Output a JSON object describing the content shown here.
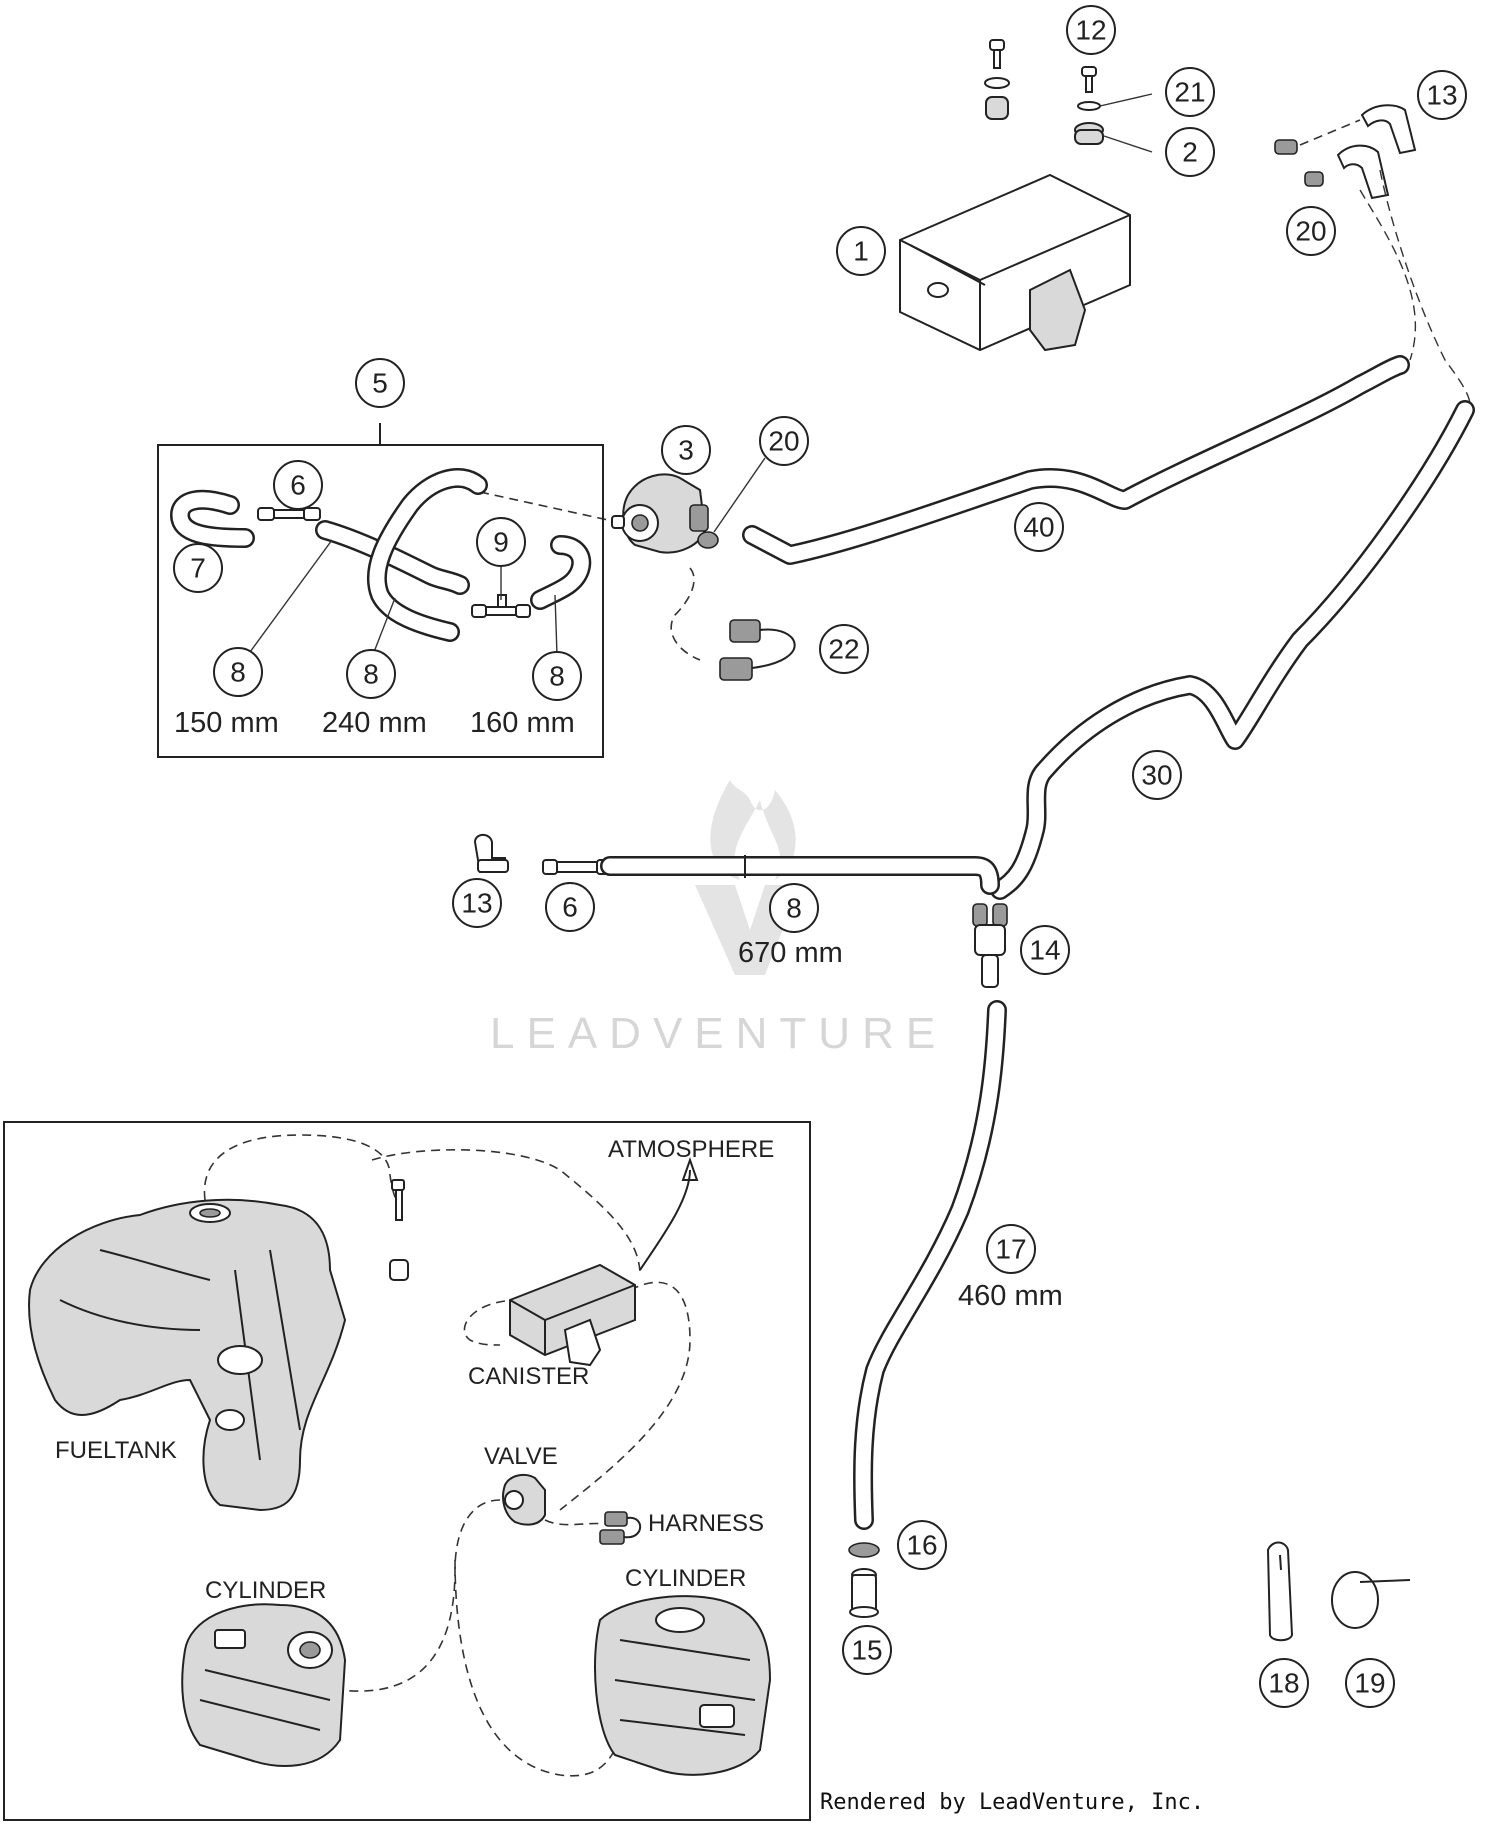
{
  "callouts": [
    {
      "id": "c1",
      "label": "1"
    },
    {
      "id": "c2",
      "label": "2"
    },
    {
      "id": "c3",
      "label": "3"
    },
    {
      "id": "c5",
      "label": "5"
    },
    {
      "id": "c6a",
      "label": "6"
    },
    {
      "id": "c6b",
      "label": "6"
    },
    {
      "id": "c7",
      "label": "7"
    },
    {
      "id": "c8a",
      "label": "8"
    },
    {
      "id": "c8b",
      "label": "8"
    },
    {
      "id": "c8c",
      "label": "8"
    },
    {
      "id": "c8d",
      "label": "8"
    },
    {
      "id": "c9",
      "label": "9"
    },
    {
      "id": "c12",
      "label": "12"
    },
    {
      "id": "c13a",
      "label": "13"
    },
    {
      "id": "c13b",
      "label": "13"
    },
    {
      "id": "c14",
      "label": "14"
    },
    {
      "id": "c15",
      "label": "15"
    },
    {
      "id": "c16",
      "label": "16"
    },
    {
      "id": "c17",
      "label": "17"
    },
    {
      "id": "c18",
      "label": "18"
    },
    {
      "id": "c19",
      "label": "19"
    },
    {
      "id": "c20a",
      "label": "20"
    },
    {
      "id": "c20b",
      "label": "20"
    },
    {
      "id": "c21",
      "label": "21"
    },
    {
      "id": "c22",
      "label": "22"
    },
    {
      "id": "c30",
      "label": "30"
    },
    {
      "id": "c40",
      "label": "40"
    }
  ],
  "lengths": {
    "hose_150": "150 mm",
    "hose_240": "240 mm",
    "hose_160": "160 mm",
    "hose_670": "670 mm",
    "hose_460": "460 mm"
  },
  "inset": {
    "atmosphere": "ATMOSPHERE",
    "canister": "CANISTER",
    "fueltank": "FUELTANK",
    "valve": "VALVE",
    "harness": "HARNESS",
    "cylinder_left": "CYLINDER",
    "cylinder_right": "CYLINDER"
  },
  "watermark": "LEADVENTURE",
  "credit": "Rendered by LeadVenture, Inc."
}
